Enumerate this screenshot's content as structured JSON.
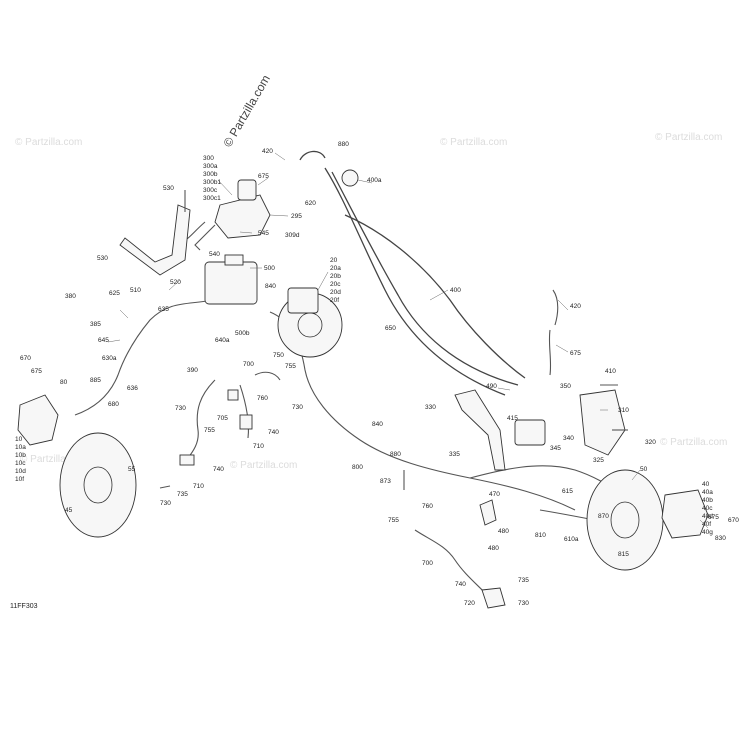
{
  "watermark": "© Partzilla.com",
  "figure_code": "11FF303",
  "callouts": [
    "300",
    "300a",
    "300b",
    "300b1",
    "300c",
    "300c1",
    "420",
    "675",
    "880",
    "400a",
    "530",
    "295",
    "620",
    "309d",
    "545",
    "540",
    "500",
    "20",
    "20a",
    "20b",
    "20c",
    "20d",
    "20f",
    "530",
    "510",
    "520",
    "840",
    "625",
    "380",
    "385",
    "635",
    "645",
    "500b",
    "640a",
    "630a",
    "390",
    "400",
    "420",
    "675",
    "650",
    "670",
    "675",
    "10",
    "10a",
    "10b",
    "10c",
    "10d",
    "10f",
    "80",
    "885",
    "680",
    "636",
    "700",
    "750",
    "705",
    "755",
    "730",
    "740",
    "710",
    "760",
    "730",
    "755",
    "740",
    "710",
    "735",
    "730",
    "55",
    "45",
    "490",
    "330",
    "415",
    "350",
    "410",
    "310",
    "340",
    "345",
    "320",
    "325",
    "840",
    "880",
    "800",
    "873",
    "335",
    "470",
    "615",
    "610a",
    "50",
    "40",
    "40a",
    "40b",
    "40c",
    "40d",
    "40f",
    "40g",
    "675",
    "670",
    "755",
    "760",
    "480",
    "480",
    "810",
    "700",
    "740",
    "720",
    "735",
    "730",
    "815",
    "830",
    "870"
  ]
}
